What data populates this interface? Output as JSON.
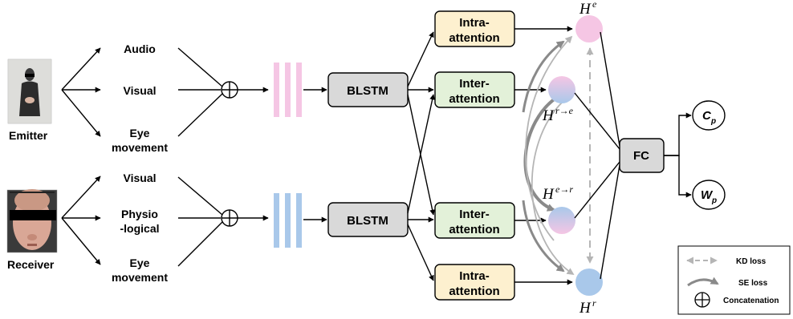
{
  "colors": {
    "intra_fill": "#fdf0cf",
    "inter_fill": "#e3f1d9",
    "blstm_fill": "#d9d9d9",
    "fc_fill": "#d9d9d9",
    "pink": "#f5c6e4",
    "blue": "#a9c8ea",
    "kd_gray": "#b5b5b5",
    "se_gray": "#8a8a8a"
  },
  "emitter": {
    "label": "Emitter",
    "modalities": [
      "Audio",
      "Visual",
      [
        "Eye",
        "movement"
      ]
    ]
  },
  "receiver": {
    "label": "Receiver",
    "modalities": [
      "Visual",
      [
        "Physio",
        "-logical"
      ],
      [
        "Eye",
        "movement"
      ]
    ]
  },
  "blstm_label": "BLSTM",
  "intra_attention": [
    "Intra-",
    "attention"
  ],
  "inter_attention": [
    "Inter-",
    "attention"
  ],
  "fc_label": "FC",
  "outputs": [
    {
      "main": "C",
      "sub": "p"
    },
    {
      "main": "W",
      "sub": "p"
    }
  ],
  "nodes": {
    "h_e": {
      "base": "H",
      "sup": "e"
    },
    "h_r_to_e": {
      "base": "H",
      "sup": "r→e"
    },
    "h_e_to_r": {
      "base": "H",
      "sup": "e→r"
    },
    "h_r": {
      "base": "H",
      "sup": "r"
    }
  },
  "legend": {
    "kd": "KD loss",
    "se": "SE loss",
    "concat": "Concatenation"
  }
}
